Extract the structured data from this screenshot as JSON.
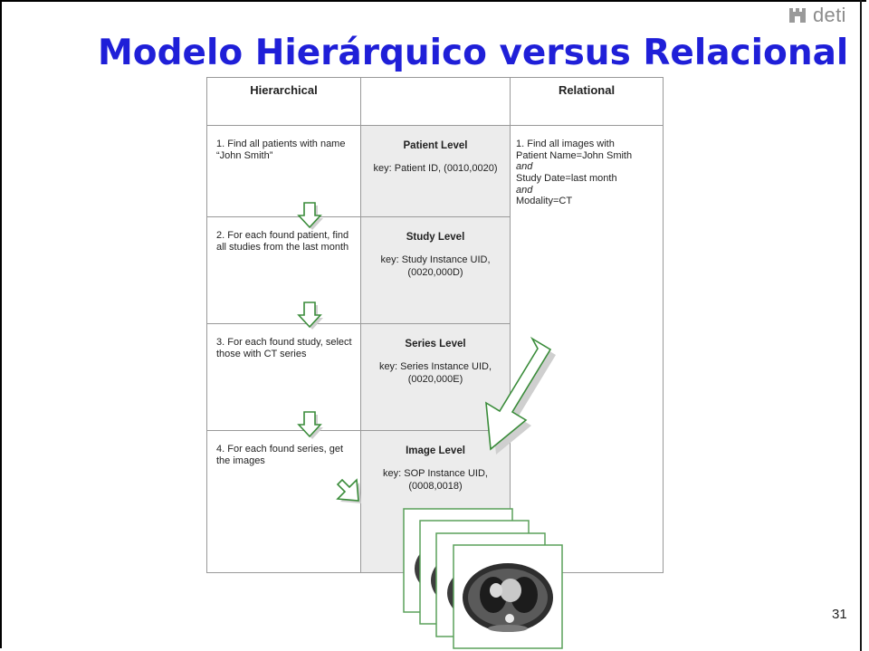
{
  "brand": {
    "logo_text": "deti"
  },
  "slide": {
    "title": "Modelo Hierárquico versus Relacional",
    "page_number": "31"
  },
  "table": {
    "headers": [
      "Hierarchical",
      "",
      "Relational"
    ],
    "rows": [
      {
        "step": "1.  Find all patients with name “John Smith”",
        "level": "Patient Level",
        "key": "key: Patient ID, (0010,0020)"
      },
      {
        "step": "2.  For each found patient, find all studies from the last month",
        "level": "Study Level",
        "key": "key: Study Instance UID, (0020,000D)"
      },
      {
        "step": "3.  For each found study, select those with CT series",
        "level": "Series Level",
        "key": "key: Series Instance UID, (0020,000E)"
      },
      {
        "step": "4.  For each found series, get the images",
        "level": "Image Level",
        "key": "key: SOP Instance UID, (0008,0018)"
      }
    ],
    "relational": [
      "1.  Find all images with",
      "Patient Name=John Smith",
      "and",
      "Study Date=last month",
      "and",
      "Modality=CT"
    ]
  },
  "colors": {
    "title": "#1f1fd8",
    "arrow": "#3a8c3a",
    "cell_fill": "#ececec"
  }
}
